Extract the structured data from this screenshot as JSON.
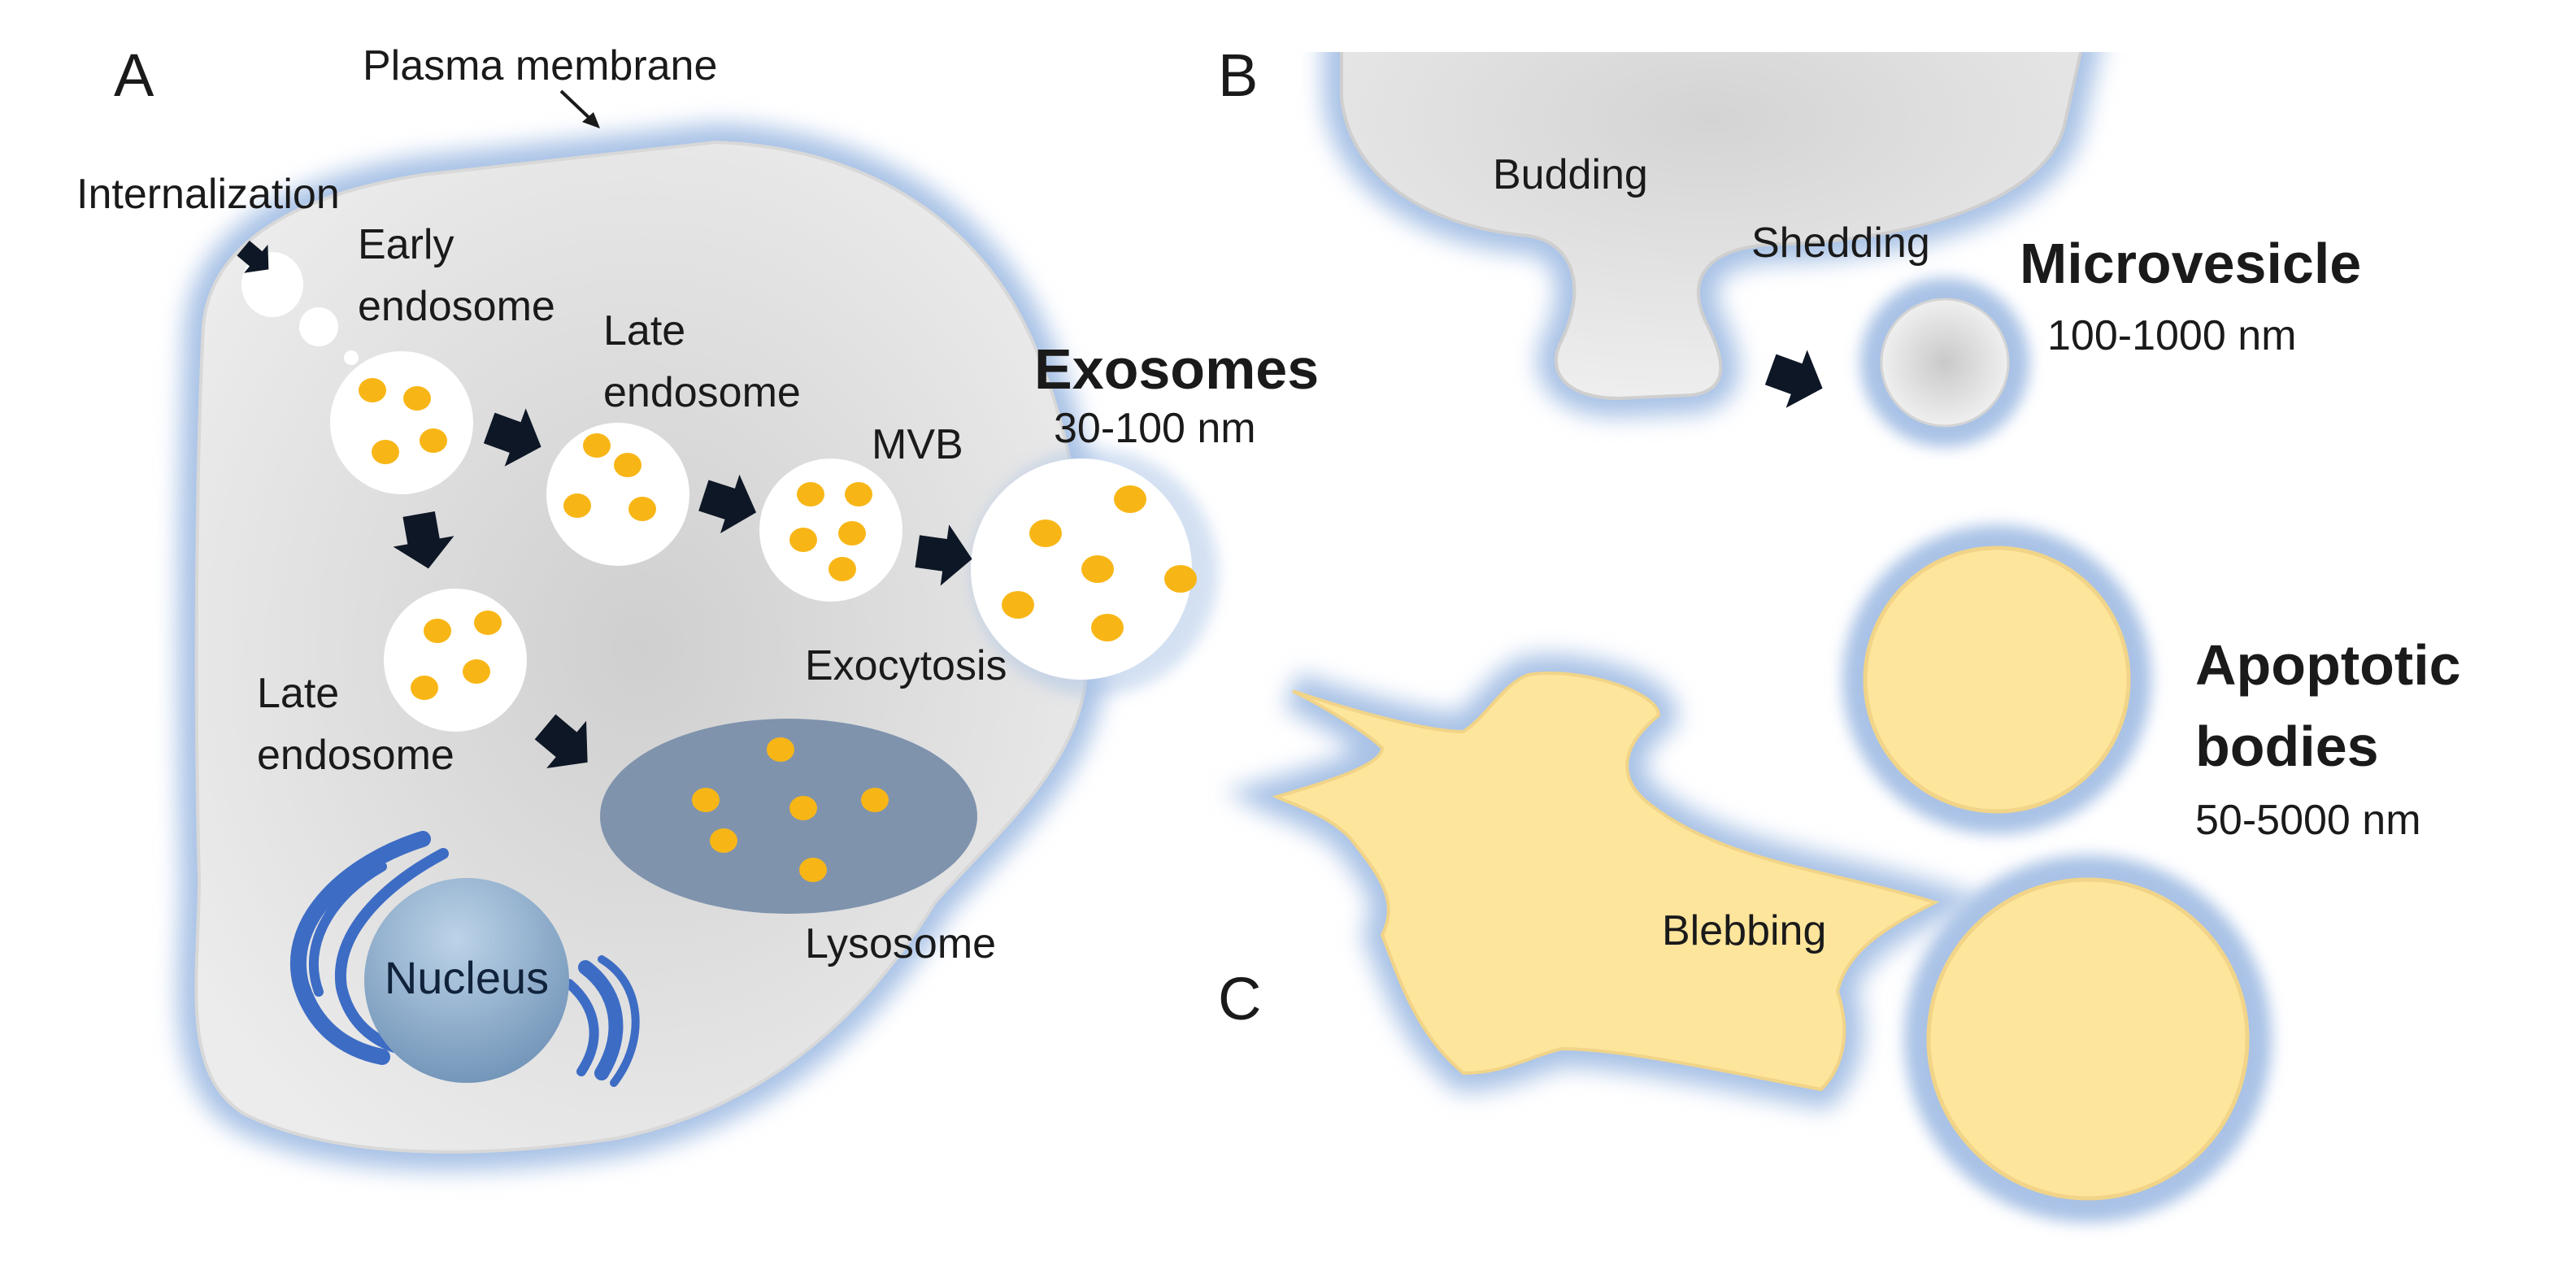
{
  "panels": {
    "a": "A",
    "b": "B",
    "c": "C"
  },
  "panel_a": {
    "plasma_membrane": "Plasma membrane",
    "internalization": "Internalization",
    "early_endosome_1": "Early",
    "early_endosome_2": "endosome",
    "late_endosome_top_1": "Late",
    "late_endosome_top_2": "endosome",
    "mvb": "MVB",
    "exosomes_title": "Exosomes",
    "exosomes_size": "30-100 nm",
    "exocytosis": "Exocytosis",
    "late_endosome_left_1": "Late",
    "late_endosome_left_2": "endosome",
    "lysosome": "Lysosome",
    "nucleus": "Nucleus"
  },
  "panel_b": {
    "budding": "Budding",
    "shedding": "Shedding",
    "microvesicle_title": "Microvesicle",
    "microvesicle_size": "100-1000 nm"
  },
  "panel_c": {
    "apoptotic_title_1": "Apoptotic",
    "apoptotic_title_2": "bodies",
    "apoptotic_size": "50-5000 nm",
    "blebbing": "Blebbing"
  },
  "colors": {
    "membrane_glow": "#a9c2e6",
    "cytoplasm": "#e3e3e3",
    "cargo": "#f8b616",
    "lysosome": "#7f93ad",
    "nucleus": "#8fb2d1",
    "golgi": "#3d6cc4",
    "apoptotic_fill": "#fde59c",
    "arrow": "#0e1726"
  }
}
